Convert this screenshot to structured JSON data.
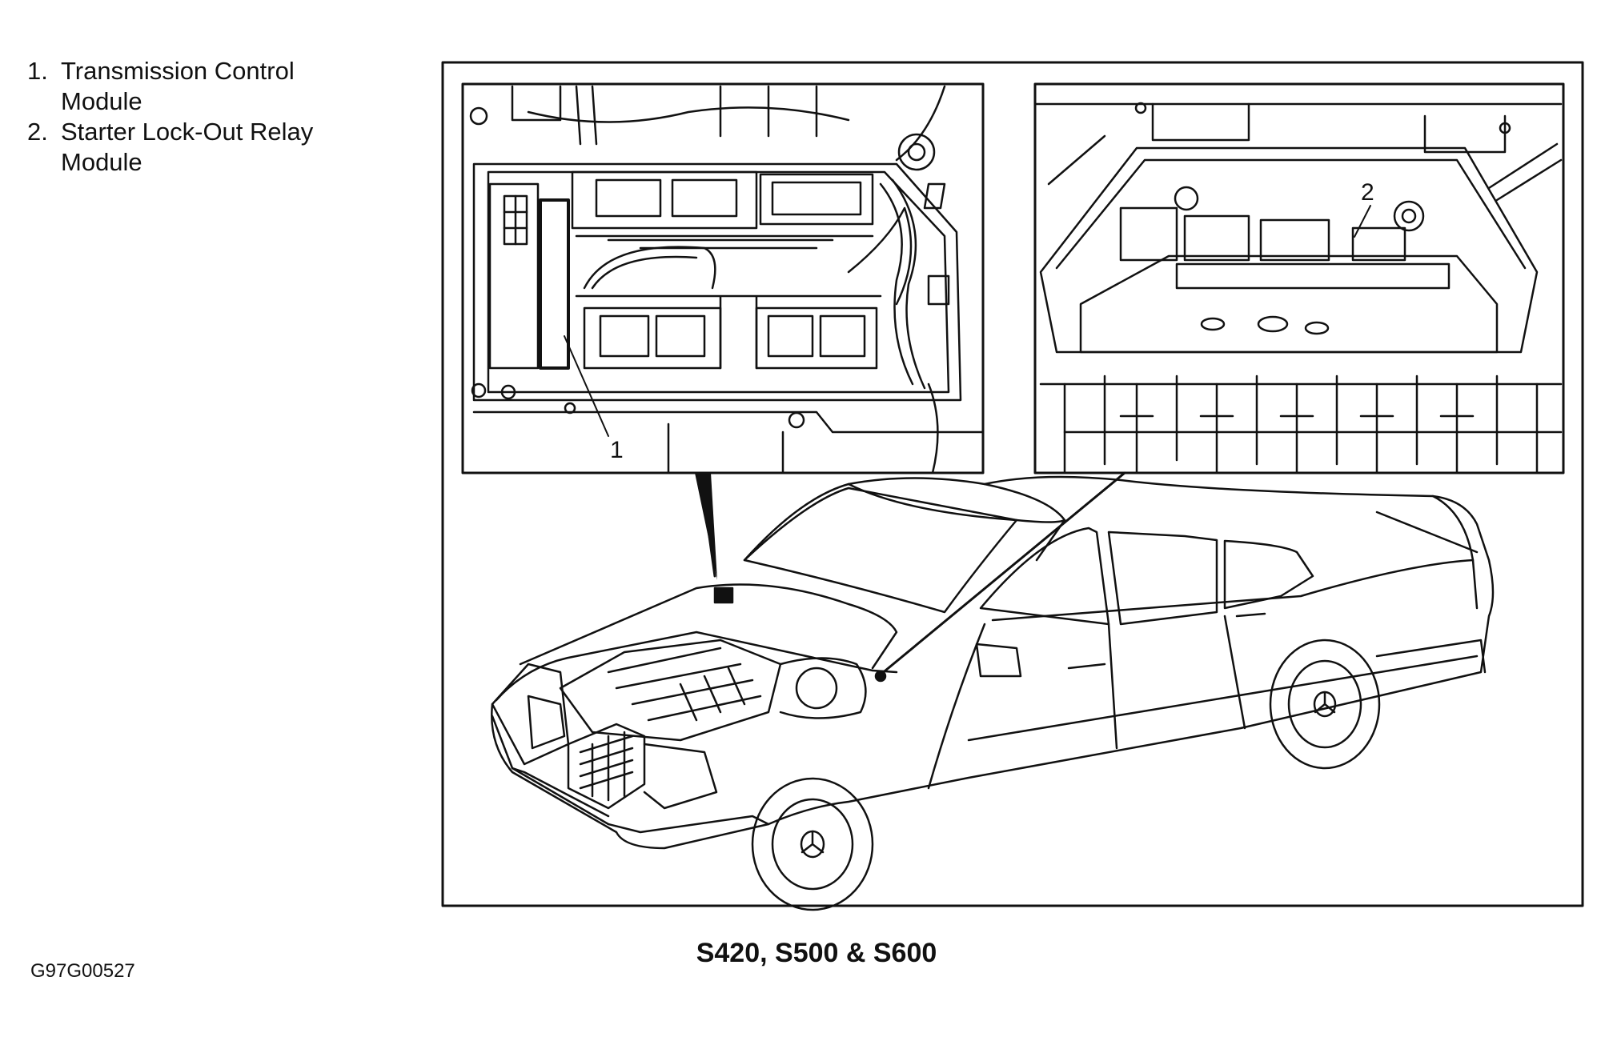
{
  "legend": {
    "items": [
      {
        "number": "1.",
        "text": "Transmission Control Module"
      },
      {
        "number": "2.",
        "text": "Starter Lock-Out Relay Module"
      }
    ]
  },
  "callouts": {
    "one": "1",
    "two": "2"
  },
  "caption": "S420, S500 & S600",
  "figure_id": "G97G00527",
  "colors": {
    "line": "#111111",
    "background": "#ffffff"
  }
}
